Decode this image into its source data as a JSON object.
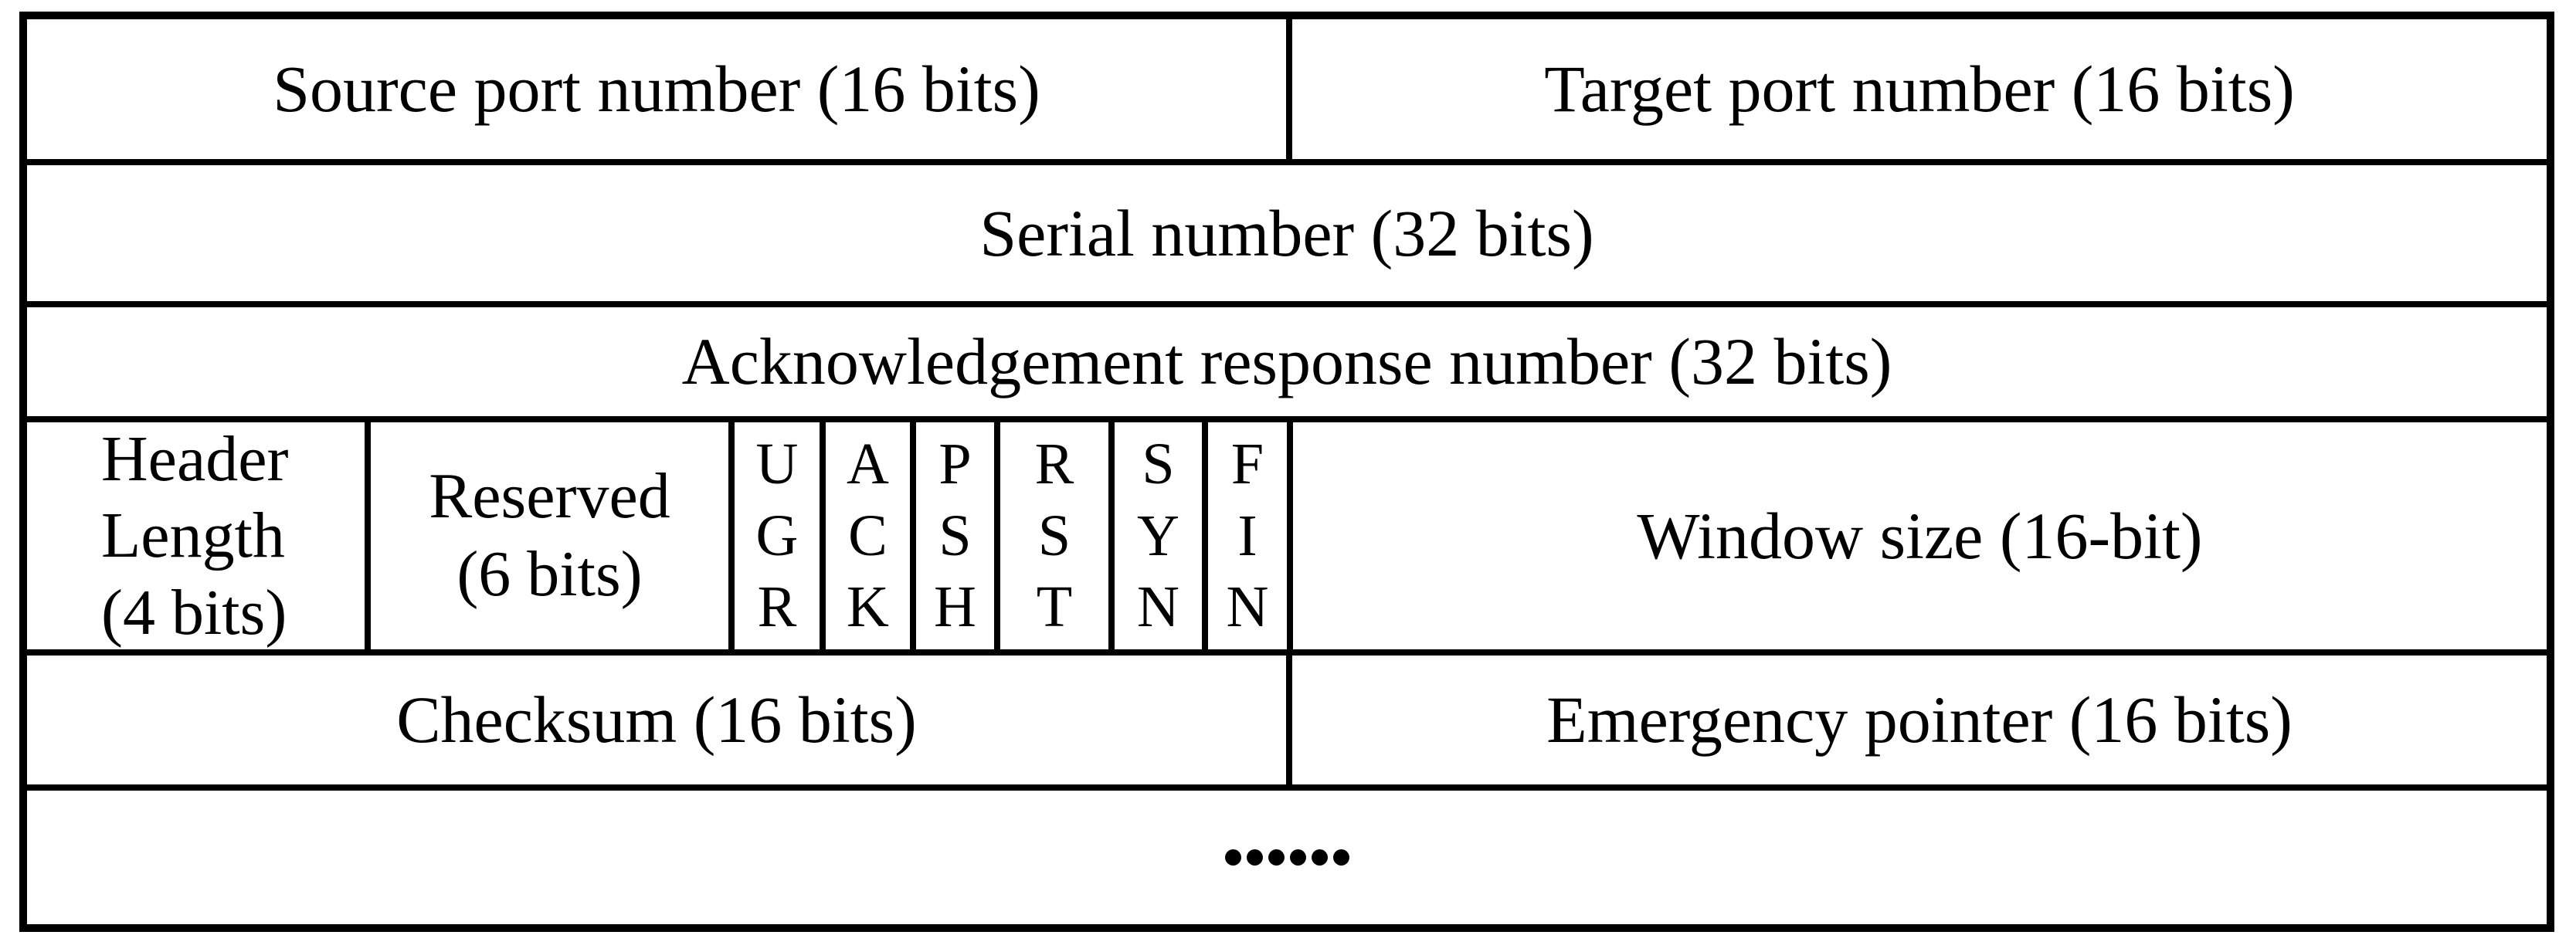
{
  "diagram": {
    "type": "packet-header-field-table",
    "colors": {
      "background": "#ffffff",
      "line": "#000000",
      "text": "#000000"
    },
    "row1": {
      "source_port": "Source port number (16 bits)",
      "target_port": "Target port number (16 bits)"
    },
    "row2": {
      "serial_number": "Serial number (32 bits)"
    },
    "row3": {
      "ack_number": "Acknowledgement response number (32 bits)"
    },
    "row4": {
      "header_length_lines": [
        "Header",
        "Length",
        "(4 bits)"
      ],
      "reserved_lines": [
        "Reserved",
        "(6 bits)"
      ],
      "flags": [
        "UGR",
        "ACK",
        "PSH",
        "RST",
        "SYN",
        "FIN"
      ],
      "window_size": "Window size (16-bit)"
    },
    "row5": {
      "checksum": "Checksum (16 bits)",
      "emergency_pointer": "Emergency pointer (16 bits)"
    },
    "row6": {
      "ellipsis": "……",
      "dot_count": 6
    }
  }
}
